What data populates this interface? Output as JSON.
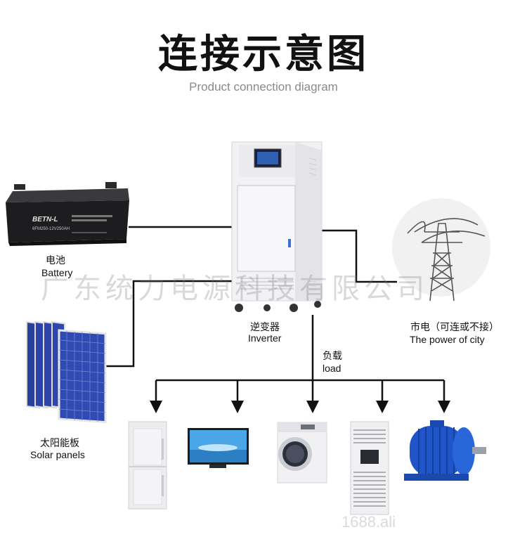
{
  "header": {
    "title": "连接示意图",
    "subtitle": "Product connection diagram"
  },
  "nodes": {
    "battery": {
      "label_cn": "电池",
      "label_en": "Battery",
      "brand": "BETN-L",
      "model": "6FM250-12V250AH"
    },
    "solar": {
      "label_cn": "太阳能板",
      "label_en": "Solar panels"
    },
    "inverter": {
      "label_cn": "逆变器",
      "label_en": "Inverter"
    },
    "grid": {
      "label_cn": "市电（可连或不接）",
      "label_en": "The power of city"
    },
    "load": {
      "label_cn": "负载",
      "label_en": "load"
    }
  },
  "watermark": "广东统力电源科技有限公司",
  "watermark2": "1688.ali"
}
